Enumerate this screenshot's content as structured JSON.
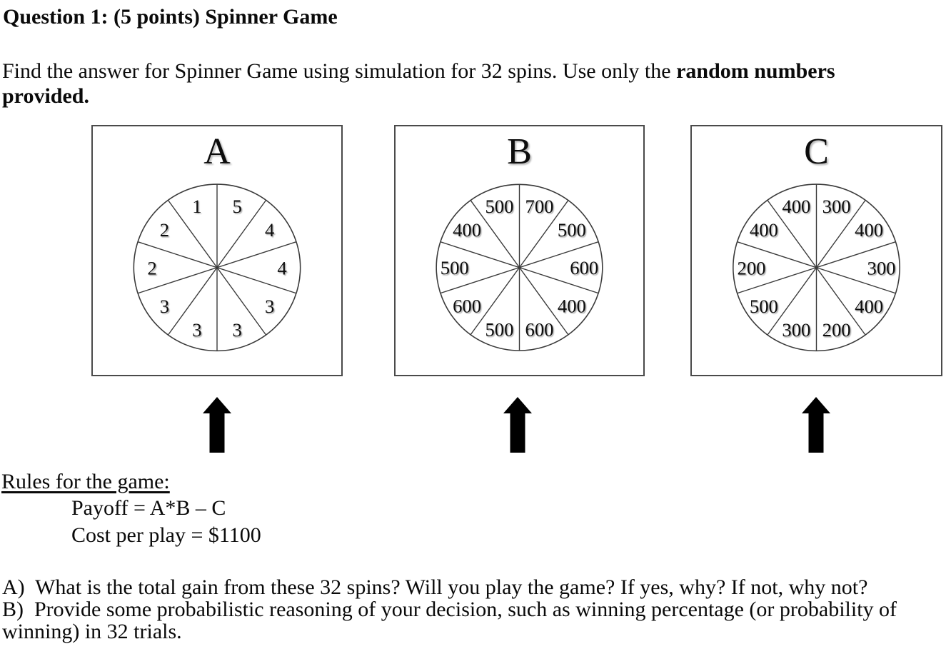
{
  "title": "Question 1: (5 points) Spinner Game",
  "intro": {
    "normal": "Find the answer for Spinner Game using simulation for 32 spins. Use only the ",
    "bold_line1": "random numbers",
    "bold_line2": "provided."
  },
  "spinners": [
    {
      "label": "A",
      "values_clockwise_from_top": [
        5,
        4,
        4,
        3,
        3,
        3,
        3,
        2,
        2,
        1
      ]
    },
    {
      "label": "B",
      "values_clockwise_from_top": [
        700,
        500,
        600,
        400,
        600,
        500,
        600,
        500,
        400,
        500
      ]
    },
    {
      "label": "C",
      "values_clockwise_from_top": [
        300,
        400,
        300,
        400,
        200,
        300,
        500,
        200,
        400,
        400
      ]
    }
  ],
  "rules": {
    "heading": "Rules for the game:",
    "payoff": "Payoff = A*B – C",
    "cost": "Cost per play = $1100"
  },
  "questions": {
    "a": "A)  What is the total gain from these 32 spins? Will you play the game? If yes, why? If not, why not?",
    "b_line1": "B)  Provide some probabilistic reasoning of your decision, such as winning percentage (or probability of",
    "b_line2": "winning) in 32 trials."
  },
  "colors": {
    "text": "#0a0a0a",
    "box_border": "#4a4a4a",
    "wheel_stroke": "#3a3a3a",
    "arrow_fill": "#000000"
  }
}
